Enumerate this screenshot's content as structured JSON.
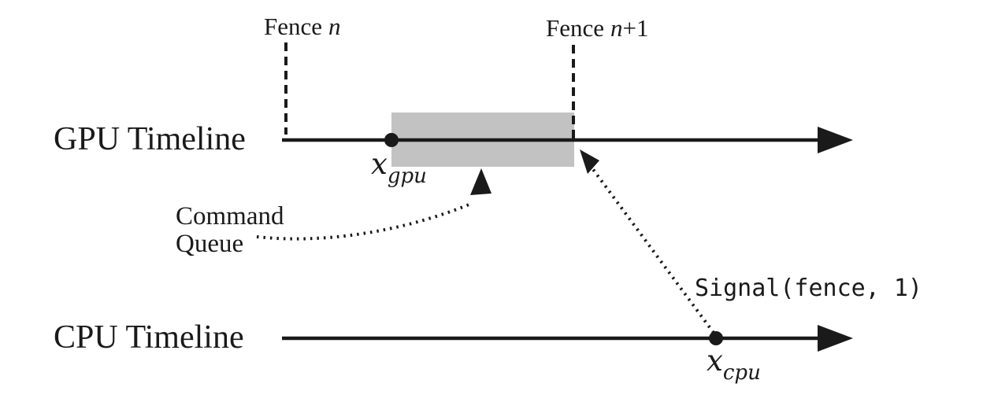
{
  "labels": {
    "fence_n": {
      "word": "Fence",
      "var": "n"
    },
    "fence_n_plus_1": {
      "word": "Fence",
      "var": "n",
      "suffix": "+1"
    },
    "gpu_timeline": "GPU Timeline",
    "cpu_timeline": "CPU Timeline",
    "command_queue": {
      "line1": "Command",
      "line2": "Queue"
    },
    "signal_call": "Signal(fence, 1)",
    "x_gpu": {
      "base": "x",
      "sub": "gpu"
    },
    "x_cpu": {
      "base": "x",
      "sub": "cpu"
    }
  },
  "colors": {
    "ink": "#1a1a1a",
    "command_queue_box_fill": "#c2c2c2",
    "background": "#ffffff"
  }
}
